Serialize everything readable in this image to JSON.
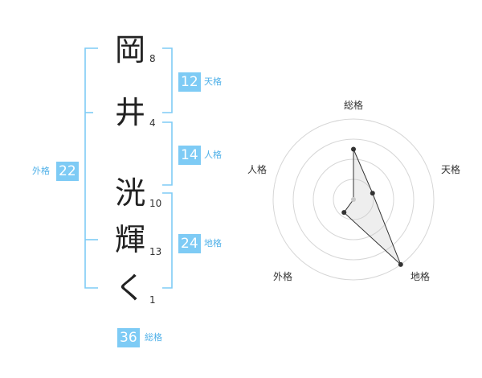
{
  "name": {
    "chars": [
      {
        "char": "岡",
        "strokes": "8"
      },
      {
        "char": "井",
        "strokes": "4"
      },
      {
        "char": "洸",
        "strokes": "10"
      },
      {
        "char": "輝",
        "strokes": "13"
      },
      {
        "char": "く",
        "strokes": "1"
      }
    ]
  },
  "kakusu": {
    "tenkaku": {
      "value": "12",
      "label": "天格"
    },
    "jinkaku": {
      "value": "14",
      "label": "人格"
    },
    "chikaku": {
      "value": "24",
      "label": "地格"
    },
    "gaikaku": {
      "value": "22",
      "label": "外格"
    },
    "soukaku": {
      "value": "36",
      "label": "総格"
    }
  },
  "colors": {
    "accent": "#7ecbf5",
    "bracket": "#7ecbf5",
    "label": "#4fb0e8"
  },
  "chart_data": {
    "type": "radar",
    "axes": [
      "総格",
      "天格",
      "地格",
      "外格",
      "人格"
    ],
    "values": [
      2.5,
      1.0,
      4.0,
      0.8,
      0.0
    ],
    "rings": 4,
    "rmax": 4
  }
}
